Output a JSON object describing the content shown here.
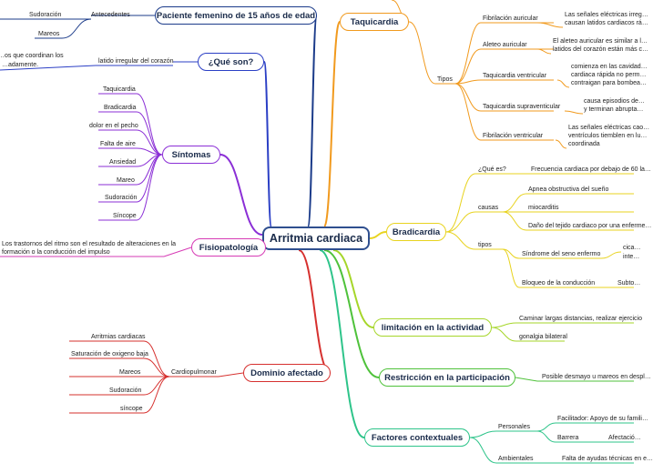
{
  "root": "Arritmia cardiaca",
  "colors": {
    "paciente": "#1b3b8a",
    "que_son": "#2b3fc5",
    "sintomas": "#8b2fd6",
    "fisiopatologia": "#d63bb5",
    "dominio": "#d6302e",
    "taquicardia": "#f19a1e",
    "bradicardia": "#e8d31f",
    "limitacion": "#a6d62a",
    "restriccion": "#4fc23b",
    "factores": "#2ec48a"
  },
  "left": {
    "paciente": {
      "label": "Paciente femenino de 15 años de edad",
      "group": "Antecedentes",
      "items": [
        "Sudoración",
        "Mareos"
      ]
    },
    "que_son": {
      "label": "¿Qué son?",
      "item": "latido irregular del corazón",
      "note": [
        "…os que coordinan los",
        "…adamente."
      ]
    },
    "sintomas": {
      "label": "Síntomas",
      "items": [
        "Taquicardia",
        "Bradicardia",
        "dolor en el pecho",
        "Falta de aire",
        "Ansiedad",
        "Mareo",
        "Sudoración",
        "Síncope"
      ]
    },
    "fisiopatologia": {
      "label": "Fisiopatología",
      "text": [
        "Los trastornos del ritmo son el resultado de alteraciones en la",
        "formación o la conducción del impulso"
      ]
    },
    "dominio": {
      "label": "Dominio afectado",
      "group": "Cardiopulmonar",
      "items": [
        "Arritmias cardiacas",
        "Saturación de oxigeno baja",
        "Mareos",
        "Sudoración",
        "síncope"
      ]
    }
  },
  "right": {
    "taquicardia": {
      "label": "Taquicardia",
      "group": "Tipos",
      "types": [
        {
          "name": "Fibrilación auricular",
          "desc": [
            "Las señales eléctricas irreg…",
            "causan latidos cardiacos rá…"
          ]
        },
        {
          "name": "Aleteo auricular",
          "desc": [
            "El aleteo auricular es similar a l…",
            "latidos del corazón están más c…"
          ]
        },
        {
          "name": "Taquicardia ventricular",
          "desc": [
            "comienza en las cavidad…",
            "cardiaca rápida no perm…",
            "contraigan para bombea…"
          ]
        },
        {
          "name": "Taquicardia supraventicular",
          "desc": [
            "causa episodios de…",
            "y terminan abrupta…"
          ]
        },
        {
          "name": "Fibrilación ventricular",
          "desc": [
            "Las señales eléctricas cao…",
            "ventrículos tiemblen en lu…",
            "coordinada"
          ]
        }
      ]
    },
    "bradicardia": {
      "label": "Bradicardia",
      "que_es": "¿Qué es?",
      "que_es_text": "Frecuencia cardiaca por debajo de 60 la…",
      "causas": "causas",
      "causas_items": [
        "Apnea obstructiva del sueño",
        "miocarditis",
        "Daño del tejido cardiaco por una enferme…"
      ],
      "tipos": "tipos",
      "tipos_items": [
        "Síndrome del seno enfermo",
        "Bloqueo de la conducción"
      ],
      "tipos_sub": [
        "cica…",
        "inte…",
        "Subto…"
      ]
    },
    "limitacion": {
      "label": "limitación en la actividad",
      "items": [
        "Caminar largas distancias, realizar ejercicio",
        "gonalgia bilateral"
      ]
    },
    "restriccion": {
      "label": "Restricción en la participación",
      "item": "Posible desmayo u mareos en despl…"
    },
    "factores": {
      "label": "Factores contextuales",
      "personales": "Personales",
      "facilitador": "Facilitador: Apoyo de su famili…",
      "barrera": "Barrera",
      "afectacion": "Afectació…",
      "ambientales": "Ambientales",
      "ambientales_item": "Falta de ayudas técnicas en e…"
    }
  }
}
